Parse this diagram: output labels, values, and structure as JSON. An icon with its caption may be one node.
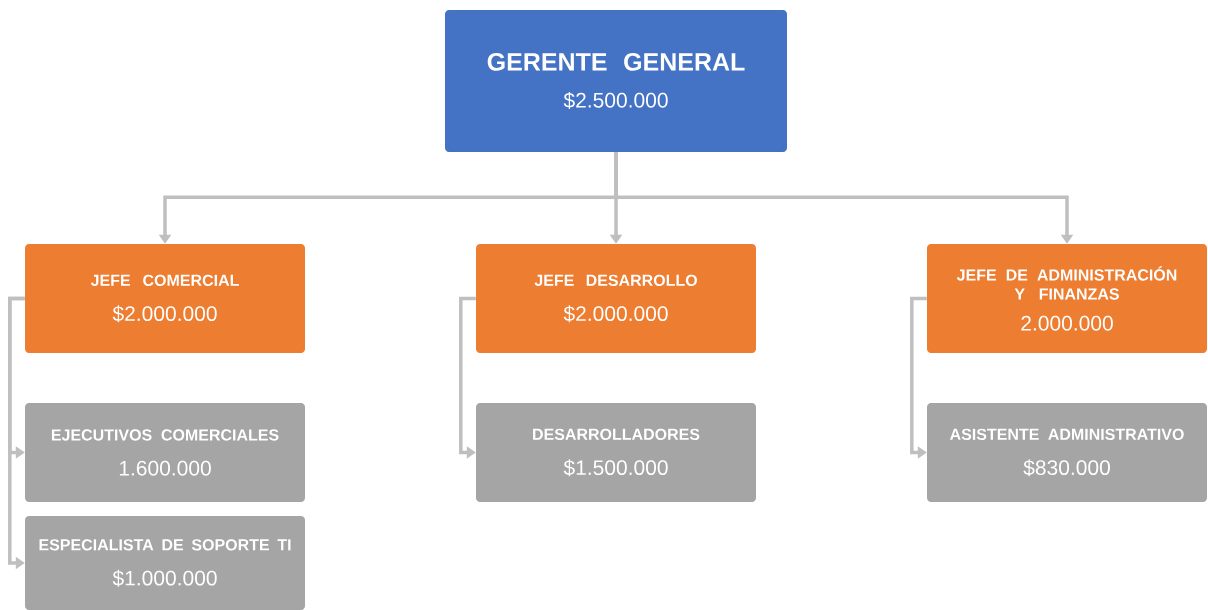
{
  "diagram": {
    "nodes": [
      {
        "text": [
          "GERENTE GENERAL",
          "$2.500.000"
        ]
      },
      {
        "text": [
          "JEFE COMERCIAL",
          "$2.000.000"
        ]
      },
      {
        "text": [
          "JEFE DESARROLLO",
          "$2.000.000"
        ]
      },
      {
        "text": [
          "JEFE DE ADMINISTRACIÓN Y FINANZAS",
          "2.000.000"
        ]
      },
      {
        "text": [
          "EJECUTIVOS COMERCIALES",
          "1.600.000"
        ]
      },
      {
        "text": [
          "ESPECIALISTA DE SOPORTE TI",
          "$1.000.000"
        ]
      },
      {
        "text": [
          "DESARROLLADORES",
          "$1.500.000"
        ]
      },
      {
        "text": [
          "ASISTENTE ADMINISTRATIVO",
          "$830.000"
        ]
      }
    ],
    "edges": [
      {
        "from": 0,
        "to": 1,
        "arrow": "to"
      },
      {
        "from": 0,
        "to": 2,
        "arrow": "to"
      },
      {
        "from": 0,
        "to": 3,
        "arrow": "to"
      },
      {
        "from": 1,
        "to": 4,
        "arrow": "to"
      },
      {
        "from": 1,
        "to": 5,
        "arrow": "to"
      },
      {
        "from": 2,
        "to": 6,
        "arrow": "to"
      },
      {
        "from": 3,
        "to": 7,
        "arrow": "to"
      }
    ]
  }
}
